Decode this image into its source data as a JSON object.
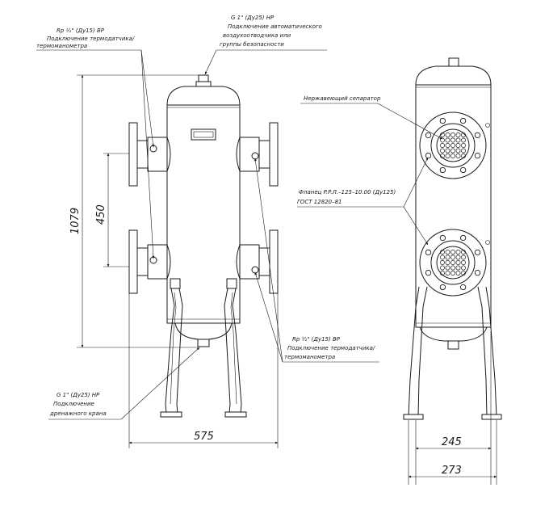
{
  "notes": {
    "top_left_1": "Rp ½\" (Ду15) ВР",
    "top_left_2": "Подключение термодатчика/",
    "top_left_3": "термоманометра",
    "top_mid_1": "G 1\" (Ду25) НР",
    "top_mid_2": "Подключение автоматического",
    "top_mid_3": "воздухоотводчика или",
    "top_mid_4": "группы безопасности",
    "separator": "Нержавеющий сепаратор",
    "flange_1": "Фланец P.P.Л.–125–10.00 (Ду125)",
    "flange_2": "ГОСТ 12820–81",
    "bottom_right_1": "Rp ½\" (Ду15) ВР",
    "bottom_right_2": "Подключение термодатчика/",
    "bottom_right_3": "термоманометра",
    "bottom_left_1": "G 1\" (Ду25) НР",
    "bottom_left_2": "Подключение",
    "bottom_left_3": "дренажного крана"
  },
  "dimensions": {
    "height": "1079",
    "spacing": "450",
    "width_front": "575",
    "width_side_inner": "245",
    "width_side_outer": "273"
  },
  "colors": {
    "line": "#1a1a1a",
    "background": "#ffffff"
  }
}
